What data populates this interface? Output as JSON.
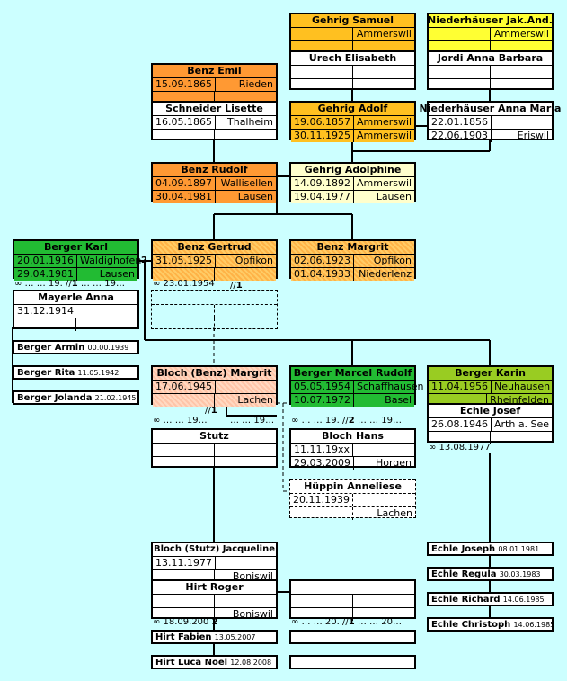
{
  "persons": {
    "gehrig_samuel": {
      "name": "Gehrig Samuel",
      "place": "Ammerswil"
    },
    "niederhaeuser_jak": {
      "name": "Niederhäuser Jak.And.",
      "place": "Ammerswil"
    },
    "urech_elisabeth": {
      "name": "Urech Elisabeth"
    },
    "jordi_anna": {
      "name": "Jordi Anna Barbara"
    },
    "benz_emil": {
      "name": "Benz Emil",
      "birth": "15.09.1865",
      "birth_place": "Rieden"
    },
    "schneider_lisette": {
      "name": "Schneider Lisette",
      "birth": "16.05.1865",
      "birth_place": "Thalheim"
    },
    "gehrig_adolf": {
      "name": "Gehrig Adolf",
      "birth": "19.06.1857",
      "birth_place": "Ammerswil",
      "death": "30.11.1925",
      "death_place": "Ammerswil"
    },
    "niederhaeuser_anna": {
      "name": "Niederhäuser Anna Maria",
      "birth": "22.01.1856",
      "death": "22.06.1903",
      "death_place": "Eriswil"
    },
    "benz_rudolf": {
      "name": "Benz Rudolf",
      "birth": "04.09.1897",
      "birth_place": "Wallisellen",
      "death": "30.04.1981",
      "death_place": "Lausen"
    },
    "gehrig_adolphine": {
      "name": "Gehrig Adolphine",
      "birth": "14.09.1892",
      "birth_place": "Ammerswil",
      "death": "19.04.1977",
      "death_place": "Lausen"
    },
    "berger_karl": {
      "name": "Berger Karl",
      "birth": "20.01.1916",
      "birth_place": "Waldighofen",
      "death": "29.04.1981",
      "death_place": "Lausen"
    },
    "benz_gertrud": {
      "name": "Benz Gertrud",
      "birth": "31.05.1925",
      "birth_place": "Opfikon"
    },
    "benz_margrit": {
      "name": "Benz Margrit",
      "birth": "02.06.1923",
      "birth_place": "Opfikon",
      "death": "01.04.1933",
      "death_place": "Niederlenz"
    },
    "mayerle_anna": {
      "name": "Mayerle Anna",
      "birth": "31.12.1914"
    },
    "bloch_benz_margrit": {
      "name": "Bloch (Benz) Margrit",
      "birth": "17.06.1945",
      "death_place": "Lachen"
    },
    "berger_marcel": {
      "name": "Berger Marcel Rudolf",
      "birth": "05.05.1954",
      "birth_place": "Schaffhausen",
      "death": "10.07.1972",
      "death_place": "Basel"
    },
    "berger_karin": {
      "name": "Berger Karin",
      "birth": "11.04.1956",
      "birth_place": "Neuhausen",
      "death_place": "Rheinfelden"
    },
    "echle_josef": {
      "name": "Echle Josef",
      "birth": "26.08.1946",
      "birth_place": "Arth a. See"
    },
    "stutz": {
      "name": "Stutz"
    },
    "bloch_hans": {
      "name": "Bloch Hans",
      "birth": "11.11.19xx",
      "death": "29.03.2009",
      "death_place": "Horgen"
    },
    "hueppin_anneliese": {
      "name": "Hüppin Anneliese",
      "birth": "20.11.1939",
      "death_place": "Lachen"
    },
    "bloch_stutz_jacqueline": {
      "name": "Bloch (Stutz) Jacqueline",
      "birth": "13.11.1977",
      "death_place": "Boniswil"
    },
    "hirt_roger": {
      "name": "Hirt Roger",
      "death_place": "Boniswil"
    }
  },
  "children": {
    "berger_armin": {
      "name": "Berger Armin",
      "date": "00.00.1939"
    },
    "berger_rita": {
      "name": "Berger Rita",
      "date": "11.05.1942"
    },
    "berger_jolanda": {
      "name": "Berger Jolanda",
      "date": "21.02.1945"
    },
    "echle_joseph": {
      "name": "Echle Joseph",
      "date": "08.01.1981"
    },
    "echle_regula": {
      "name": "Echle Regula",
      "date": "30.03.1983"
    },
    "echle_richard": {
      "name": "Echle Richard",
      "date": "14.06.1985"
    },
    "echle_christoph": {
      "name": "Echle Christoph",
      "date": "14.06.1985"
    },
    "hirt_fabien": {
      "name": "Hirt Fabien",
      "date": "13.05.2007"
    },
    "hirt_luca": {
      "name": "Hirt Luca Noel",
      "date": "12.08.2008"
    }
  },
  "marriages": {
    "karl_gertrud_count": "2",
    "karl_anna": {
      "prefix": "∞ … … 19.",
      "div": "//",
      "num": "1",
      "suffix": "… … 19…"
    },
    "gertrud_date": "∞ 23.01.1954",
    "gertrud_div": "//",
    "gertrud_num": "1",
    "margrit_div": "//",
    "margrit_num": "1",
    "margrit_stutz": {
      "prefix": "∞ … … 19…",
      "suffix": "… … 19…"
    },
    "hans_anneliese": {
      "prefix": "∞ … … 19.",
      "div": "//",
      "num": "2",
      "suffix": "… … 19…"
    },
    "karin_josef": "∞ 13.08.1977",
    "jacqueline_roger": {
      "date": "∞ 18.09.200",
      "num": "2"
    },
    "unknown_pair": {
      "prefix": "∞ … … 20.",
      "div": "//",
      "num": "1",
      "suffix": "… … 20…"
    }
  }
}
